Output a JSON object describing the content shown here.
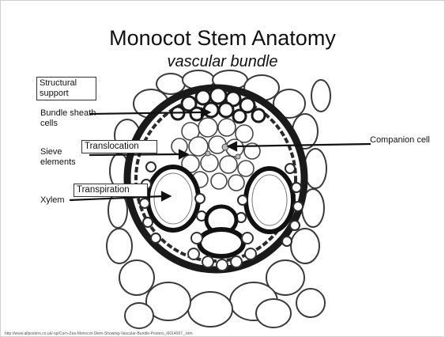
{
  "slide": {
    "title": "Monocot Stem Anatomy",
    "subtitle": "vascular bundle"
  },
  "labels": {
    "structural_support": "Structural support",
    "bundle_sheath": "Bundle sheath cells",
    "sieve_elements": "Sieve elements",
    "translocation": "Translocation",
    "xylem": "Xylem",
    "transpiration": "Transpiration",
    "companion_cell": "Companion cell"
  },
  "image": {
    "subject": "monocot vascular bundle micrograph"
  },
  "source_url": "http://www.allposters.co.uk/-sp/Corn-Zea-Monocot-Stem-Showing-Vascular-Bundle-Posters_i6014067_.htm"
}
